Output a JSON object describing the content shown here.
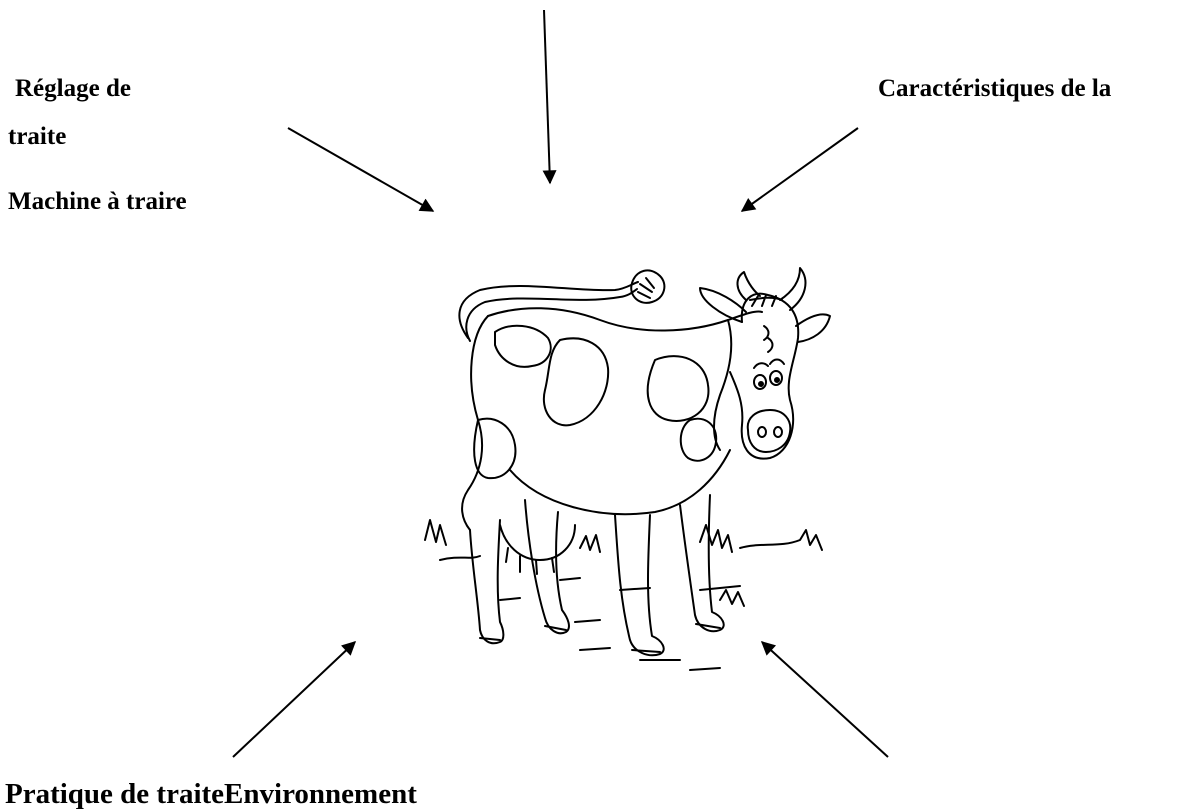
{
  "labels": {
    "reglage_line1": " Réglage de",
    "reglage_line2": "traite",
    "machine": "Machine à traire",
    "caracteristiques": "Caractéristiques de la",
    "pratique_environnement": "Pratique de traiteEnvironnement"
  },
  "illustration": {
    "subject": "cow",
    "icon": "cow-line-drawing"
  },
  "colors": {
    "ink": "#000000",
    "background": "#ffffff"
  }
}
